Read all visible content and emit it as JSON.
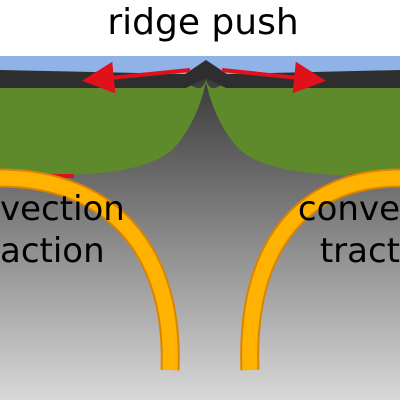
{
  "title": "ridge push",
  "left_label": {
    "line1": "vection",
    "line2": "action"
  },
  "right_label": {
    "line1": "conve",
    "line2": "tract"
  },
  "colors": {
    "ocean": "#8fb3e6",
    "crust": "#2e2e2e",
    "lithosphere": "#5f8a2b",
    "mantle_top": "#2f2f2f",
    "mantle_bottom": "#d8d8d8",
    "convection_cell": "#ffb300",
    "convection_cell_edge": "#d98500",
    "force_arrow": "#e0111a",
    "traction_bar": "#e0111a"
  },
  "icons": [
    "ridge-push-arrow",
    "convection-cell",
    "traction-bar"
  ]
}
